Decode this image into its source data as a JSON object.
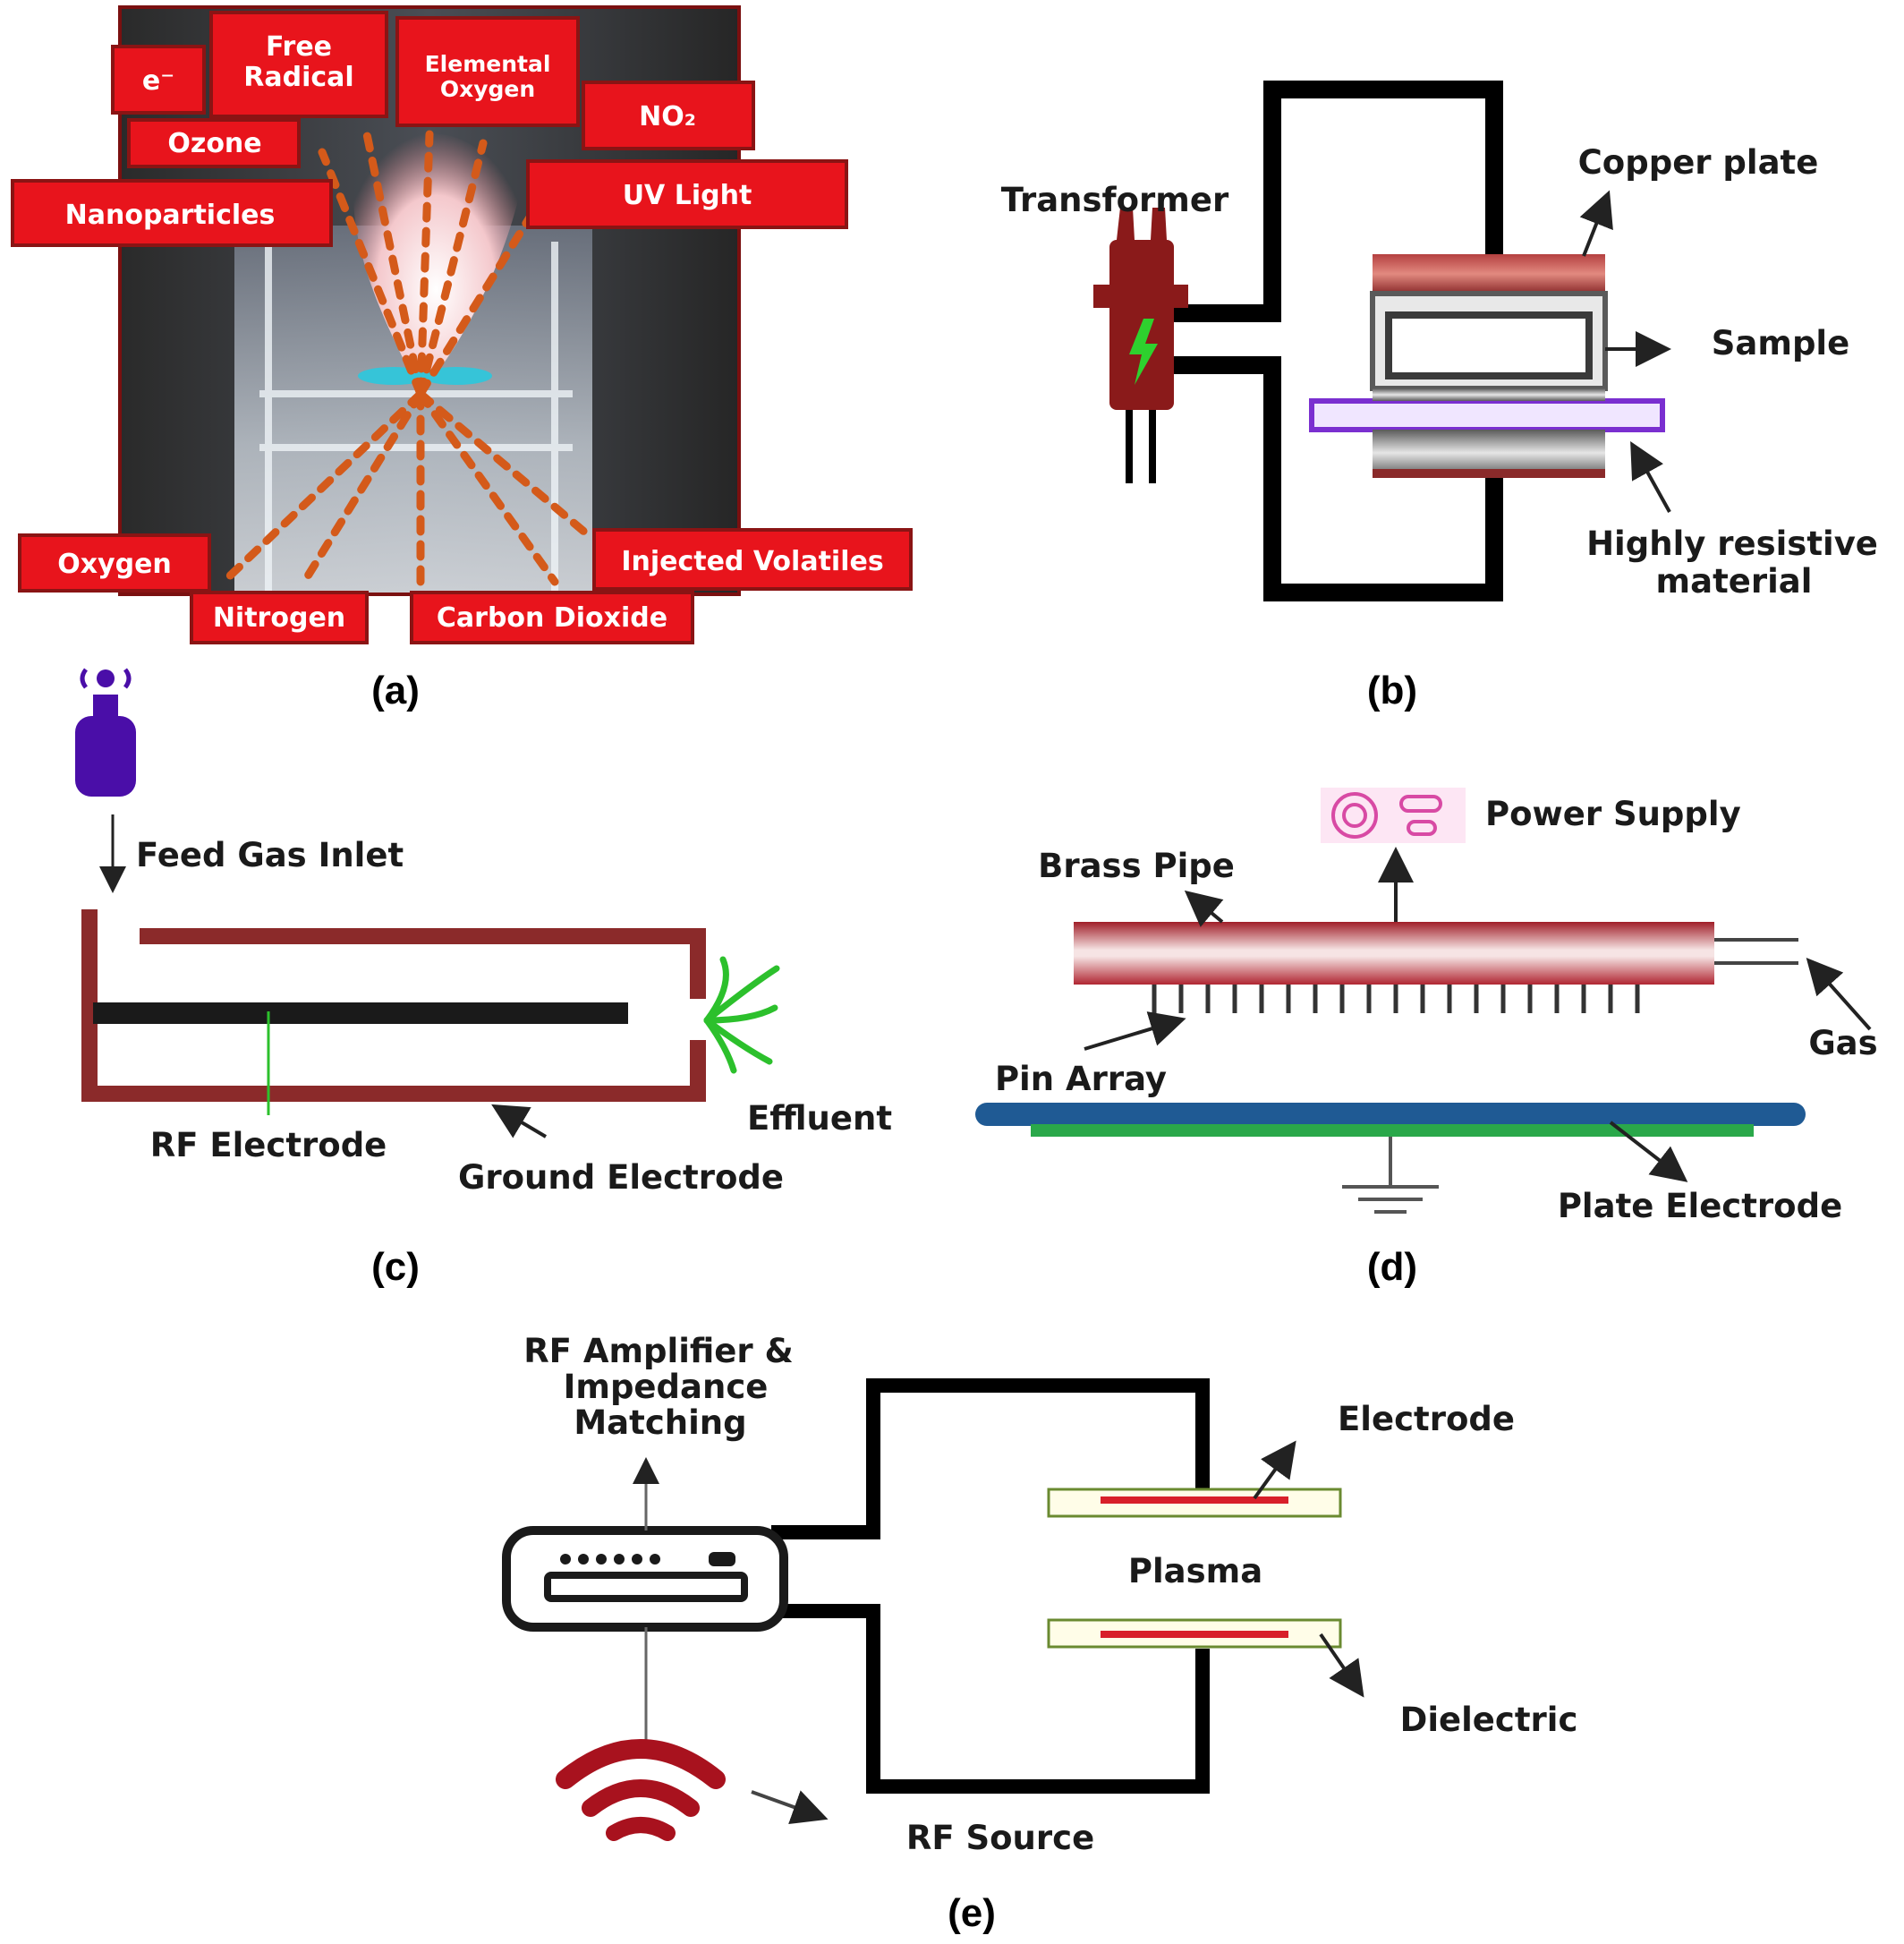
{
  "panel_a": {
    "caption": "(a)",
    "tags": {
      "electron": "e⁻",
      "free_radical_line1": "Free",
      "free_radical_line2": "Radical",
      "elemental_oxygen_line1": "Elemental",
      "elemental_oxygen_line2": "Oxygen",
      "no2": "NO₂",
      "ozone": "Ozone",
      "nanoparticles": "Nanoparticles",
      "uv_light": "UV Light",
      "oxygen": "Oxygen",
      "injected_volatiles": "Injected Volatiles",
      "nitrogen": "Nitrogen",
      "carbon_dioxide": "Carbon Dioxide"
    }
  },
  "panel_b": {
    "caption": "(b)",
    "transformer": "Transformer",
    "copper_plate": "Copper plate",
    "sample": "Sample",
    "resistive_line1": "Highly resistive",
    "resistive_line2": "material"
  },
  "panel_c": {
    "caption": "(c)",
    "feed_gas_inlet": "Feed Gas Inlet",
    "effluent": "Effluent",
    "rf_electrode": "RF Electrode",
    "ground_electrode": "Ground Electrode"
  },
  "panel_d": {
    "caption": "(d)",
    "power_supply": "Power Supply",
    "brass_pipe": "Brass Pipe",
    "gas": "Gas",
    "pin_array": "Pin Array",
    "plate_electrode": "Plate Electrode"
  },
  "panel_e": {
    "caption": "(e)",
    "amp_line1": "RF Amplifier &",
    "amp_line2": "Impedance",
    "amp_line3": "Matching",
    "electrode": "Electrode",
    "plasma": "Plasma",
    "dielectric": "Dielectric",
    "rf_source": "RF Source"
  },
  "colors": {
    "tag_red": "#e8141c",
    "tag_border": "#8a1414",
    "electrode_maroon": "#8b2a2a",
    "pipe_red": "#c0303a",
    "gas_green": "#2cc02c",
    "plate_blue": "#1f5a94",
    "plate_green": "#2aa84a",
    "violet": "#7a2fd0",
    "plasma_red": "#d8202a"
  }
}
